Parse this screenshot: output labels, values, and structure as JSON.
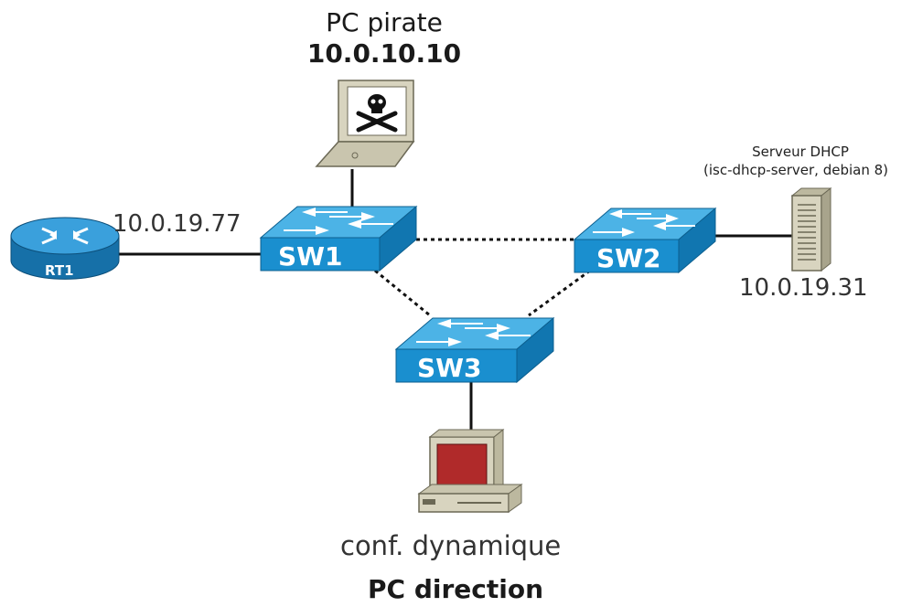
{
  "pc_pirate": {
    "name": "PC pirate",
    "ip": "10.0.10.10"
  },
  "router": {
    "label": "RT1",
    "ip": "10.0.19.77"
  },
  "switches": {
    "sw1": "SW1",
    "sw2": "SW2",
    "sw3": "SW3"
  },
  "dhcp_server": {
    "title": "Serveur DHCP",
    "detail": "(isc-dhcp-server, debian 8)",
    "ip": "10.0.19.31"
  },
  "pc_direction": {
    "config": "conf. dynamique",
    "name": "PC direction"
  },
  "colors": {
    "switch": "#1a8fcf",
    "switch_top": "#4cb3e6",
    "router": "#1a7fbf",
    "screen": "#b02a2a",
    "device": "#d8d4bf"
  },
  "icons": [
    "router-icon",
    "switch-icon",
    "laptop-icon",
    "skull-icon",
    "server-icon",
    "workstation-icon"
  ]
}
